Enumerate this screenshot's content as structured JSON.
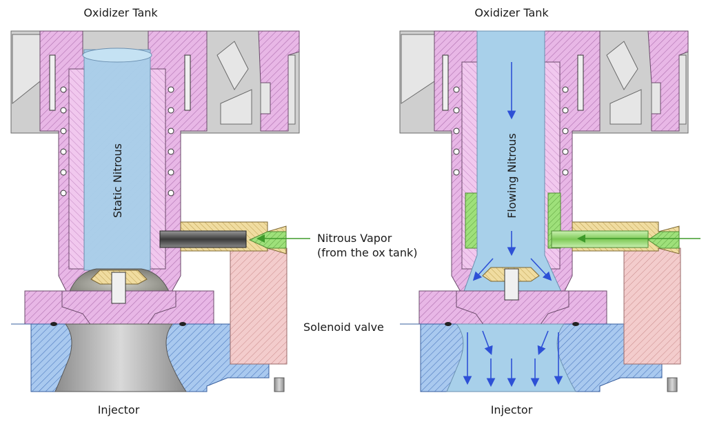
{
  "left_view": {
    "top_label": "Oxidizer Tank",
    "fluid_label": "Static Nitrous",
    "bottom_label": "Injector"
  },
  "right_view": {
    "top_label": "Oxidizer Tank",
    "fluid_label": "Flowing Nitrous",
    "bottom_label": "Injector"
  },
  "annotations": {
    "vapor_line1": "Nitrous Vapor",
    "vapor_line2": "(from the ox tank)",
    "valve_label": "Solenoid valve"
  },
  "colors": {
    "pink_body": "#e8b7e6",
    "pink_hatch": "#b070b0",
    "blue_injector": "#a9c9ef",
    "blue_hatch": "#4f7bc0",
    "nitrous": "#a8d0ea",
    "vapor_green": "#8fd46a",
    "flow_arrow": "#2d50d6",
    "brass": "#f0dca0",
    "rose_block": "#f3cccc",
    "metal_grey": "#bdbdbd"
  }
}
